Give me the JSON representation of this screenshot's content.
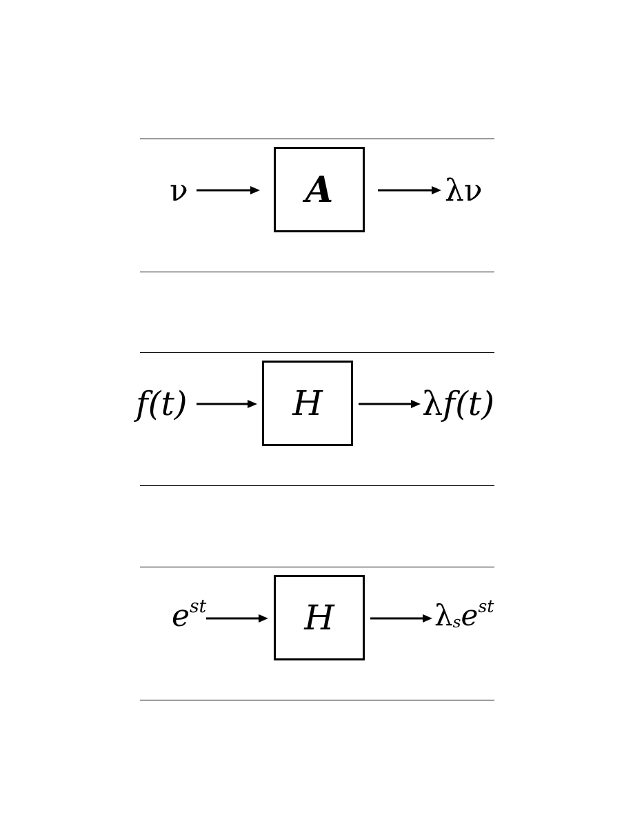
{
  "panels": [
    {
      "input": "ν",
      "block": "A",
      "output_coef": "λ",
      "output_body": "ν"
    },
    {
      "input": "f(t)",
      "block": "H",
      "output_coef": "λ",
      "output_body": "f(t)"
    },
    {
      "input_base": "e",
      "input_exp": "st",
      "block": "H",
      "output_coef": "λ",
      "output_sub": "s",
      "output_base": "e",
      "output_exp": "st"
    }
  ]
}
